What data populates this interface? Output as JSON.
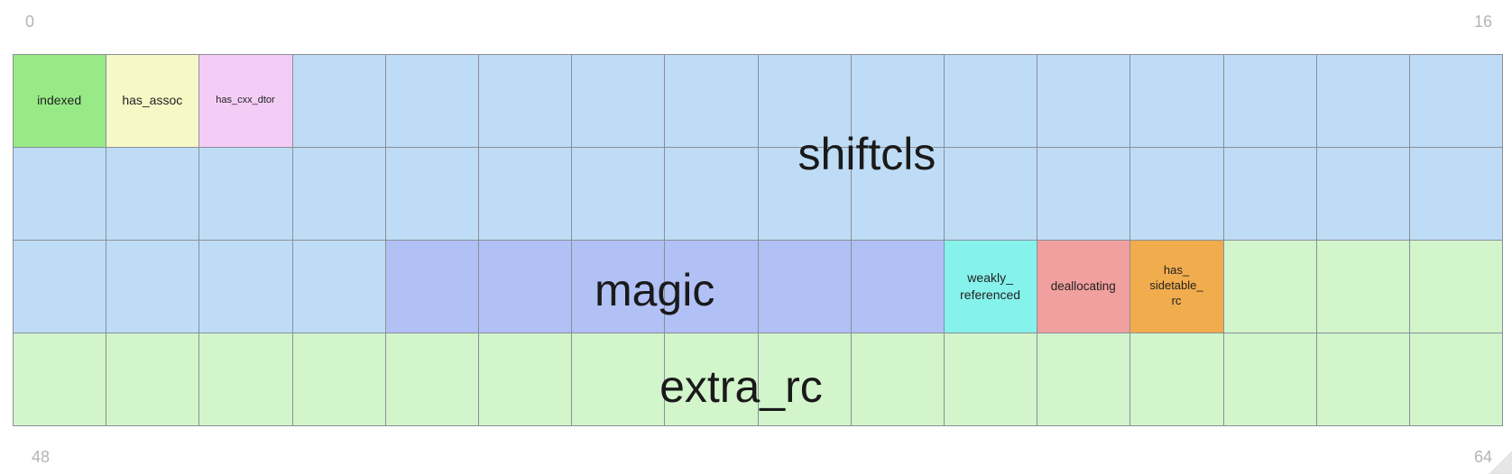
{
  "corners": {
    "top_left": "0",
    "top_right": "16",
    "bottom_left": "48",
    "bottom_right": "64"
  },
  "grid": {
    "cols": 16,
    "rows": 4
  },
  "colors": {
    "shiftcls": "#bfdcf6",
    "indexed": "#98ea87",
    "has_assoc": "#f6f8c6",
    "has_cxx_dtor": "#f4cdf6",
    "magic": "#b1c0f5",
    "weakly_referenced": "#86f2ec",
    "deallocating": "#f0a09f",
    "has_sidetable_rc": "#f1ac4d",
    "extra_rc": "#d2f5cc",
    "border": "#8a8f96"
  },
  "fields": [
    {
      "key": "indexed",
      "label": "indexed",
      "start": 0,
      "length": 1,
      "color_key": "indexed",
      "big": false
    },
    {
      "key": "has_assoc",
      "label": "has_assoc",
      "start": 1,
      "length": 1,
      "color_key": "has_assoc",
      "big": false
    },
    {
      "key": "has_cxx_dtor",
      "label": "has_cxx_dtor",
      "start": 2,
      "length": 1,
      "color_key": "has_cxx_dtor",
      "big": false
    },
    {
      "key": "shiftcls",
      "label": "shiftcls",
      "start": 3,
      "length": 33,
      "color_key": "shiftcls",
      "big": true
    },
    {
      "key": "magic",
      "label": "magic",
      "start": 36,
      "length": 6,
      "color_key": "magic",
      "big": true
    },
    {
      "key": "weakly_referenced",
      "label": "weakly_\nreferenced",
      "start": 42,
      "length": 1,
      "color_key": "weakly_referenced",
      "big": false
    },
    {
      "key": "deallocating",
      "label": "deallocating",
      "start": 43,
      "length": 1,
      "color_key": "deallocating",
      "big": false
    },
    {
      "key": "has_sidetable_rc",
      "label": "has_\nsidetable_\nrc",
      "start": 44,
      "length": 1,
      "color_key": "has_sidetable_rc",
      "big": false
    },
    {
      "key": "extra_rc",
      "label": "extra_rc",
      "start": 45,
      "length": 19,
      "color_key": "extra_rc",
      "big": true
    }
  ]
}
